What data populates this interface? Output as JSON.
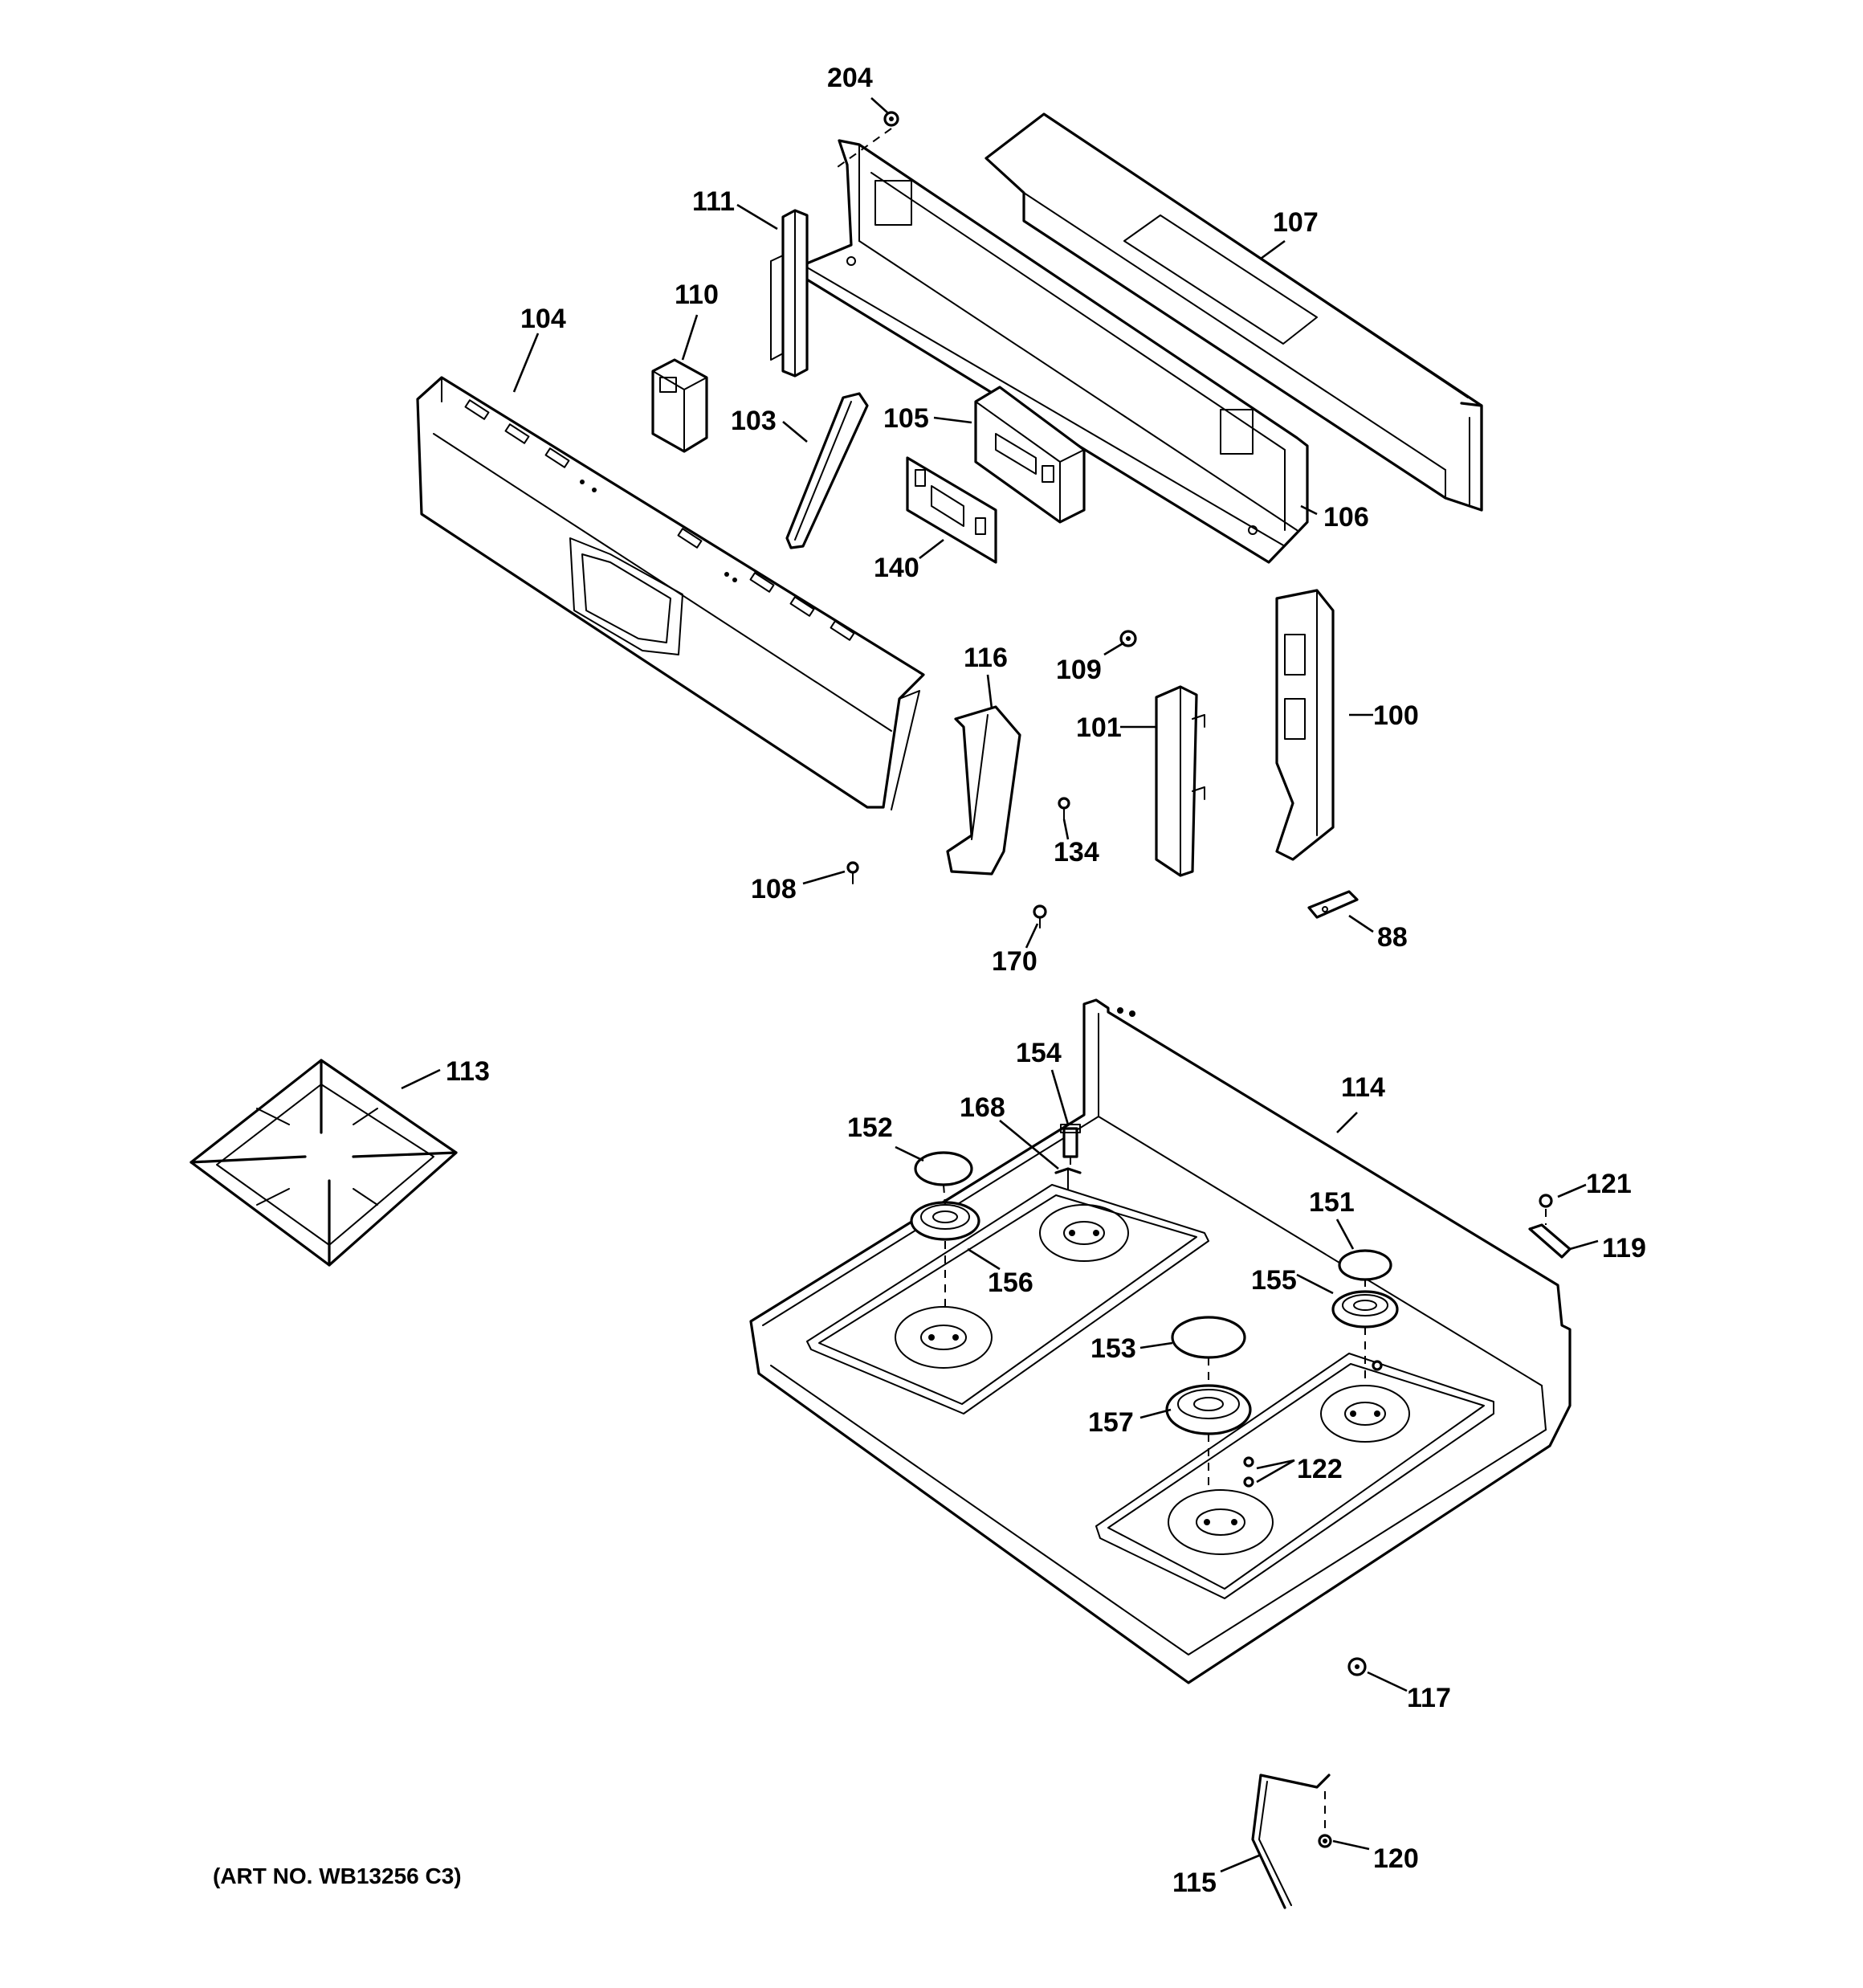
{
  "art_number": "(ART NO. WB13256 C3)",
  "labels": {
    "p204": "204",
    "p107": "107",
    "p111": "111",
    "p110": "110",
    "p104": "104",
    "p103": "103",
    "p105": "105",
    "p106": "106",
    "p140": "140",
    "p116": "116",
    "p109": "109",
    "p101": "101",
    "p100": "100",
    "p134": "134",
    "p108": "108",
    "p170": "170",
    "p88": "88",
    "p113": "113",
    "p154": "154",
    "p114": "114",
    "p168": "168",
    "p152": "152",
    "p121": "121",
    "p151": "151",
    "p119": "119",
    "p156": "156",
    "p155": "155",
    "p153": "153",
    "p157": "157",
    "p122": "122",
    "p117": "117",
    "p120": "120",
    "p115": "115"
  }
}
